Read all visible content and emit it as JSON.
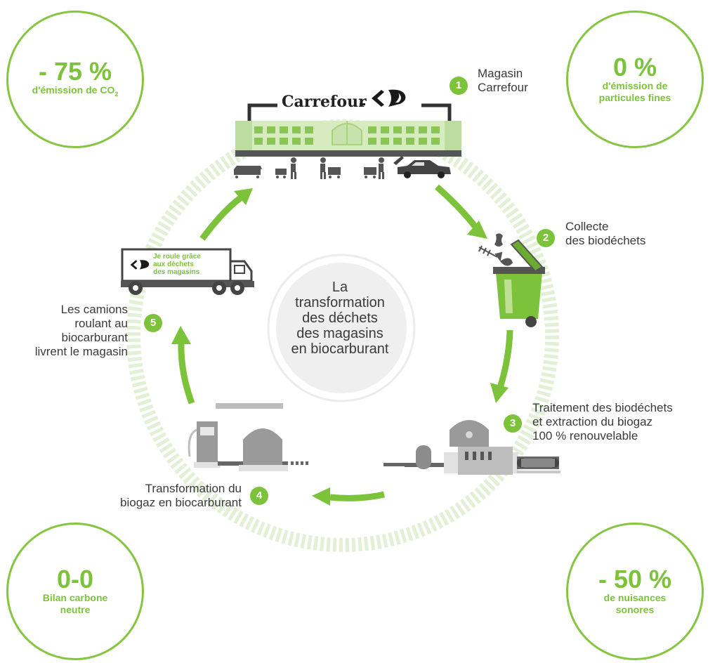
{
  "stats": {
    "top_left": {
      "big": "- 75 %",
      "small": "d'émission de CO",
      "sub": "2"
    },
    "top_right": {
      "big": "0 %",
      "small1": "d'émission de",
      "small2": "particules fines"
    },
    "bottom_left": {
      "big": "0-0",
      "small1": "Bilan carbone",
      "small2": "neutre"
    },
    "bottom_right": {
      "big": "- 50 %",
      "small1": "de nuisances",
      "small2": "sonores"
    }
  },
  "store": {
    "brand": "Carrefour"
  },
  "steps": [
    {
      "num": "1",
      "lines": [
        "Magasin",
        "Carrefour"
      ]
    },
    {
      "num": "2",
      "lines": [
        "Collecte",
        "des biodéchets"
      ]
    },
    {
      "num": "3",
      "lines": [
        "Traitement des biodéchets",
        "et extraction du biogaz",
        "100 % renouvelable"
      ]
    },
    {
      "num": "4",
      "lines": [
        "Transformation du",
        "biogaz en biocarburant"
      ]
    },
    {
      "num": "5",
      "lines": [
        "Les camions",
        "roulant au",
        "biocarburant",
        "livrent le magasin"
      ]
    }
  ],
  "center": {
    "lines": [
      "La",
      "transformation",
      "des déchets",
      "des magasins",
      "en biocarburant"
    ]
  },
  "truck": {
    "lines": [
      "Je roule grâce",
      "aux déchets",
      "des magasins"
    ]
  },
  "colors": {
    "green": "#7cc23a",
    "light_green": "#d7ebc0",
    "grey": "#8c8c8c",
    "dark": "#3a3a3a"
  },
  "icons": [
    "carrefour-logo",
    "shopping-carts-icon",
    "shopper-icon",
    "fish-bone-icon",
    "apple-core-icon",
    "green-bin-icon",
    "processing-plant-icon",
    "fuel-pump-icon",
    "tank-icon",
    "truck-icon",
    "car-icon"
  ]
}
